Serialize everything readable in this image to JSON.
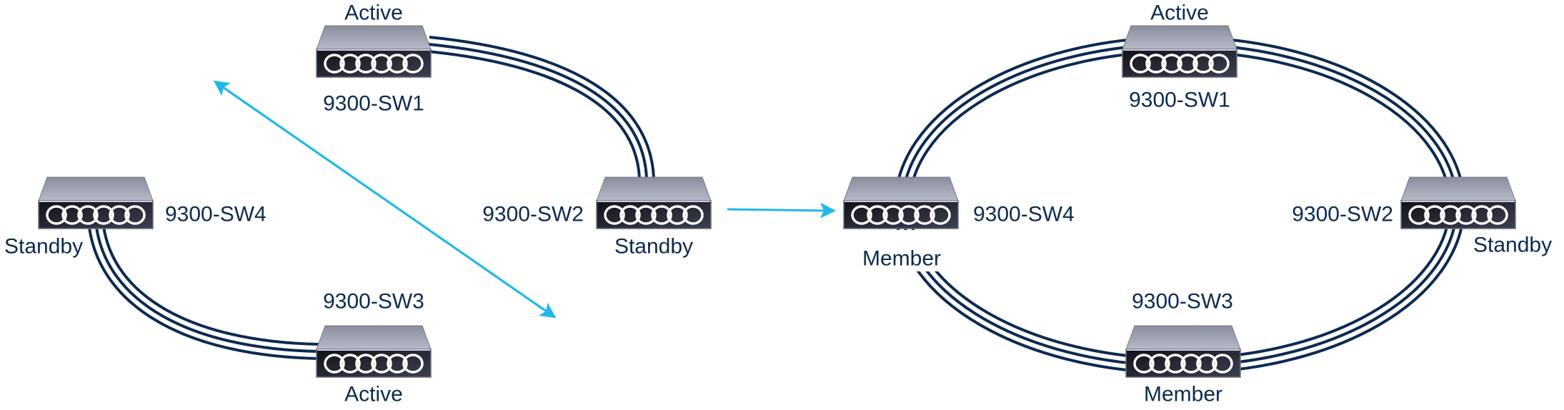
{
  "colors": {
    "cable": "#0d2a4f",
    "arrow": "#1fb8e8",
    "text": "#0d2a4f"
  },
  "left_stack": {
    "sw1": {
      "name": "9300-SW1",
      "role": "Active"
    },
    "sw2": {
      "name": "9300-SW2",
      "role": "Standby"
    },
    "sw3": {
      "name": "9300-SW3",
      "role": "Active"
    },
    "sw4": {
      "name": "9300-SW4",
      "role": "Standby"
    }
  },
  "right_stack": {
    "sw1": {
      "name": "9300-SW1",
      "role": "Active"
    },
    "sw2": {
      "name": "9300-SW2",
      "role": "Standby"
    },
    "sw3": {
      "name": "9300-SW3",
      "role": "Member"
    },
    "sw4": {
      "name": "9300-SW4",
      "role": "Member"
    }
  }
}
